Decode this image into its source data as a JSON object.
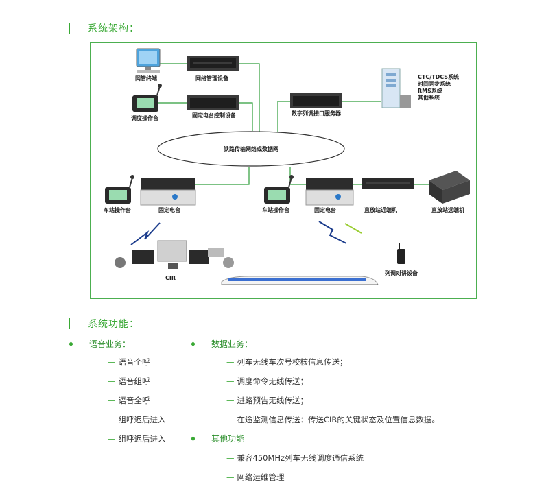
{
  "section1": {
    "title": "系统架构："
  },
  "section2": {
    "title": "系统功能："
  },
  "diagram": {
    "network_cloud": "铁路传输网络或数据网",
    "nm_terminal": "网管终端",
    "nm_device": "网络管理设备",
    "dispatch_console": "调度操作台",
    "fixed_radio_control": "固定电台控制设备",
    "interface_server": "数字列调接口服务器",
    "ext_systems": [
      "CTC/TDCS系统",
      "时间同步系统",
      "RMS系统",
      "其他系统"
    ],
    "station_console_left": "车站操作台",
    "fixed_radio_left": "固定电台",
    "station_console_right": "车站操作台",
    "fixed_radio_right": "固定电台",
    "repeater_near": "直放站近端机",
    "repeater_far": "直放站远端机",
    "cir": "CIR",
    "handheld": "列调对讲设备"
  },
  "voice": {
    "title": "语音业务：",
    "items": [
      "语音个呼",
      "语音组呼",
      "语音全呼",
      "组呼迟后进入",
      "组呼迟后进入"
    ]
  },
  "data_service": {
    "title": "数据业务：",
    "items": [
      "列车无线车次号校核信息传送；",
      "调度命令无线传送；",
      "进路预告无线传送；",
      "在途监测信息传送：传送CIR的关键状态及位置信息数据。"
    ]
  },
  "other": {
    "title": "其他功能",
    "items": [
      "兼容450MHz列车无线调度通信系统",
      "网络运维管理"
    ]
  },
  "glyphs": {
    "bullet": "◆",
    "dash": "—"
  },
  "colors": {
    "accent": "#3aa935",
    "frame": "#4caf50",
    "lines": "#2e9e3a"
  }
}
